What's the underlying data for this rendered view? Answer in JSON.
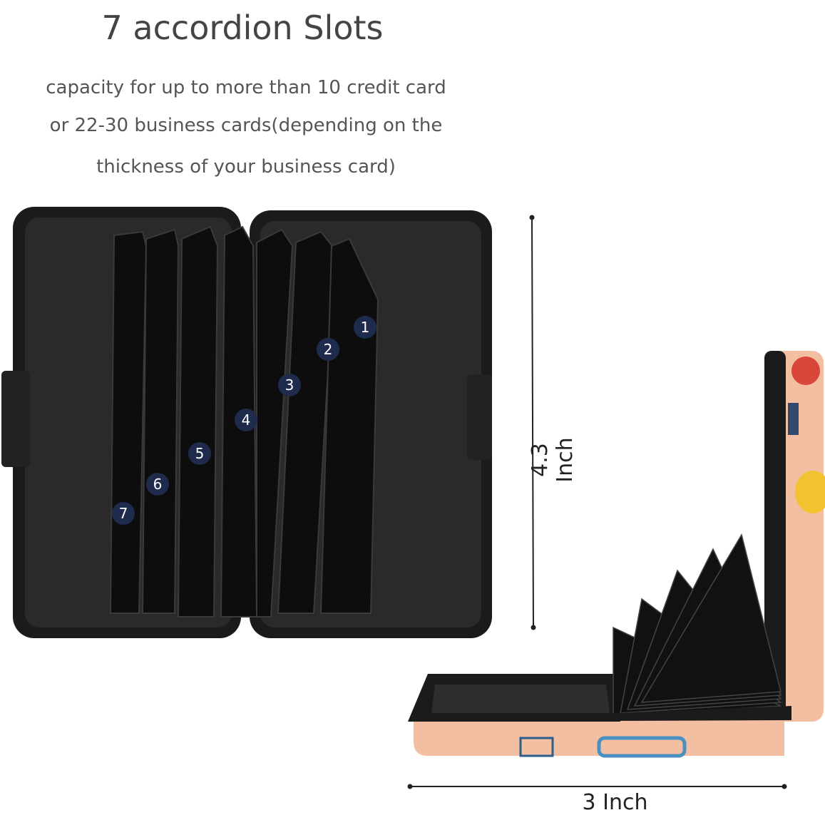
{
  "heading": "7 accordion Slots",
  "description": [
    "capacity for up to more than 10 credit card",
    "or 22-30 business cards(depending on the",
    "thickness of your business card)"
  ],
  "slot_labels": [
    "1",
    "2",
    "3",
    "4",
    "5",
    "6",
    "7"
  ],
  "dimensions": {
    "height": "4.3 Inch",
    "width": "3 Inch"
  },
  "colors": {
    "case": "#1b1b1b",
    "badge": "#1f2b4d",
    "pattern_peach": "#f3bfa3",
    "pattern_blue": "#4a90c0",
    "pattern_yellow": "#f2c230"
  }
}
